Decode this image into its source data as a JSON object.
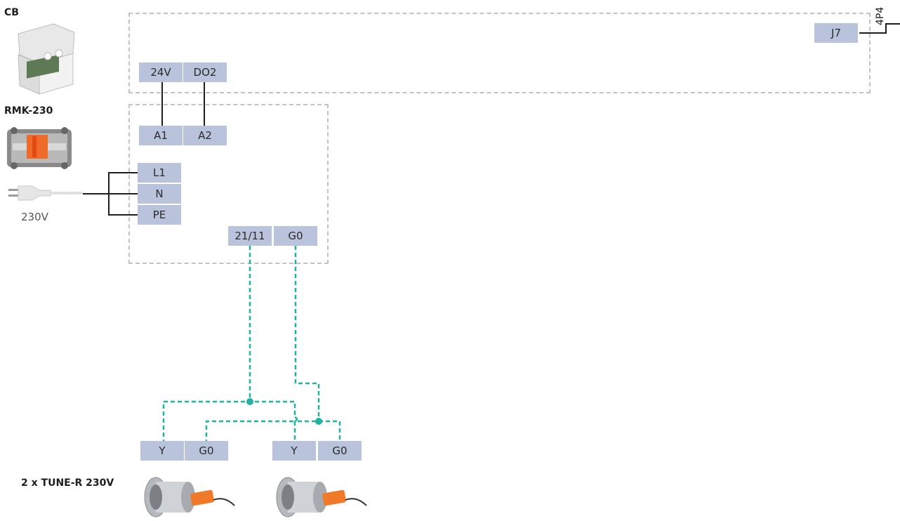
{
  "devices": {
    "cb_label": "CB",
    "rmk_label": "RMK-230",
    "supply_label": "230V",
    "actuator_label": "2 x TUNE-R 230V",
    "edge_label": "4P4"
  },
  "terminals": {
    "j7": "J7",
    "v24": "24V",
    "do2": "DO2",
    "a1": "A1",
    "a2": "A2",
    "l1": "L1",
    "n": "N",
    "pe": "PE",
    "t2111": "21/11",
    "g0_rmk": "G0",
    "y_left": "Y",
    "g0_left": "G0",
    "y_right": "Y",
    "g0_right": "G0"
  },
  "colors": {
    "terminal_fill": "#b9c3dc",
    "signal_wire": "#1fb3a0",
    "power_wire": "#1e1e1e",
    "enclosure_dash": "#c3c3c3",
    "actuator_orange": "#f07a2a"
  }
}
